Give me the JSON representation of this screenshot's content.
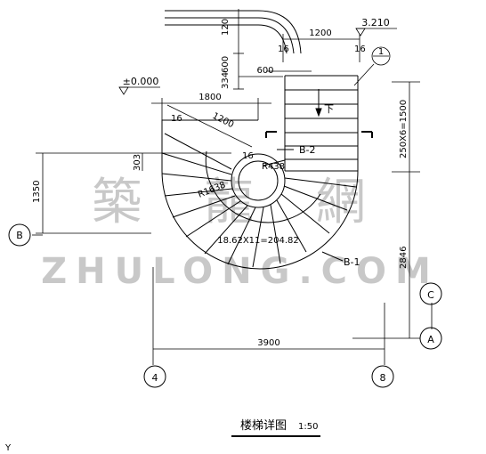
{
  "dimensions": {
    "top_1200": "1200",
    "top_16_left": "16",
    "top_16_right": "16",
    "top_120": "120",
    "top_600_v": "600",
    "top_334": "334",
    "top_600_h": "600",
    "left_1800": "1800",
    "diag_1200": "1200",
    "diag_16_a": "16",
    "diag_16_b": "16",
    "left_1350": "1350",
    "left_303": "303",
    "right_250x6": "250X6=1500",
    "right_2846": "2846",
    "bottom_3900": "3900",
    "r438": "R438",
    "r1638": "R1638",
    "tread_formula": "18.62X11=204.82"
  },
  "levels": {
    "upper": "3.210",
    "ground": "±0.000"
  },
  "section_marks": {
    "callout": "1",
    "down_arrow": "下",
    "beam_b2": "B-2",
    "beam_b1": "B-1"
  },
  "axes": {
    "B": "B",
    "C": "C",
    "A": "A",
    "axis_4": "4",
    "axis_8": "8"
  },
  "title": {
    "main": "楼梯详图",
    "scale": "1:50"
  },
  "corner_mark": "Y",
  "watermark": {
    "cn": "築 龍 網",
    "en": "ZHULONG.COM"
  }
}
